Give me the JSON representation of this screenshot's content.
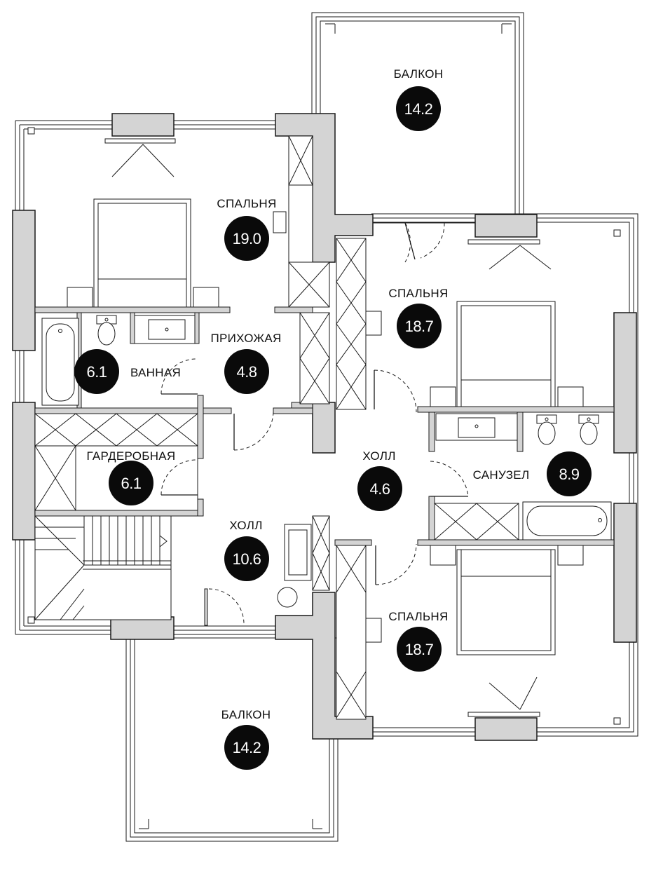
{
  "rooms": [
    {
      "id": "balcony-top",
      "label": "БАЛКОН",
      "area": "14.2"
    },
    {
      "id": "bedroom-top-left",
      "label": "СПАЛЬНЯ",
      "area": "19.0"
    },
    {
      "id": "bedroom-top-right",
      "label": "СПАЛЬНЯ",
      "area": "18.7"
    },
    {
      "id": "hallway-entry",
      "label": "ПРИХОЖАЯ",
      "area": "4.8"
    },
    {
      "id": "bathroom",
      "label": "ВАННАЯ",
      "area": "6.1"
    },
    {
      "id": "wardrobe",
      "label": "ГАРДЕРОБНАЯ",
      "area": "6.1"
    },
    {
      "id": "hall-center",
      "label": "ХОЛЛ",
      "area": "4.6"
    },
    {
      "id": "wc",
      "label": "САНУЗЕЛ",
      "area": "8.9"
    },
    {
      "id": "hall-left",
      "label": "ХОЛЛ",
      "area": "10.6"
    },
    {
      "id": "bedroom-bottom-right",
      "label": "СПАЛЬНЯ",
      "area": "18.7"
    },
    {
      "id": "balcony-bottom",
      "label": "БАЛКОН",
      "area": "14.2"
    }
  ]
}
